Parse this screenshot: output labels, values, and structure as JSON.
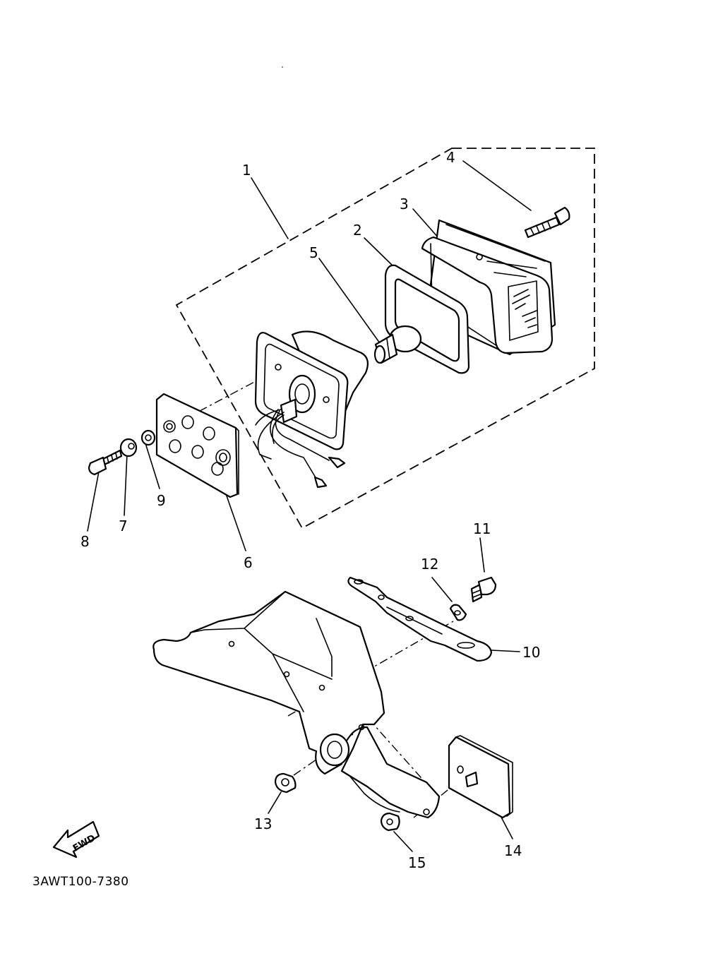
{
  "diagram": {
    "labels": [
      "1",
      "2",
      "3",
      "4",
      "5",
      "6",
      "7",
      "8",
      "9",
      "10",
      "11",
      "12",
      "13",
      "14",
      "15"
    ],
    "forward_marker": "FWD",
    "drawing_code": "3AWT100-7380"
  },
  "icons": {
    "forward_arrow": "arrow-left-icon"
  },
  "colors": {
    "line": "#000000",
    "background": "#ffffff"
  }
}
